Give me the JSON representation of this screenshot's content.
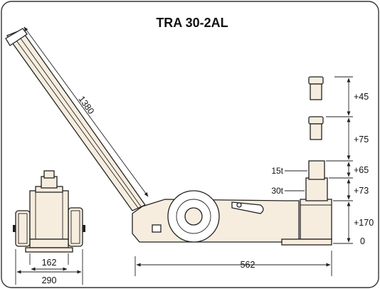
{
  "title": "TRA 30-2AL",
  "colors": {
    "body_fill": "#f7eddf",
    "line": "#222222",
    "background": "#ffffff"
  },
  "dimensions": {
    "handle_length": "1380",
    "base_length": "562",
    "wheel_track": "162",
    "overall_width": "290",
    "extension_1": "+45",
    "extension_2": "+75",
    "stage_2": "+65",
    "stage_1": "+73",
    "base_height": "+170",
    "zero": "0"
  },
  "capacities": {
    "stage_2": "15t",
    "stage_1": "30t"
  }
}
